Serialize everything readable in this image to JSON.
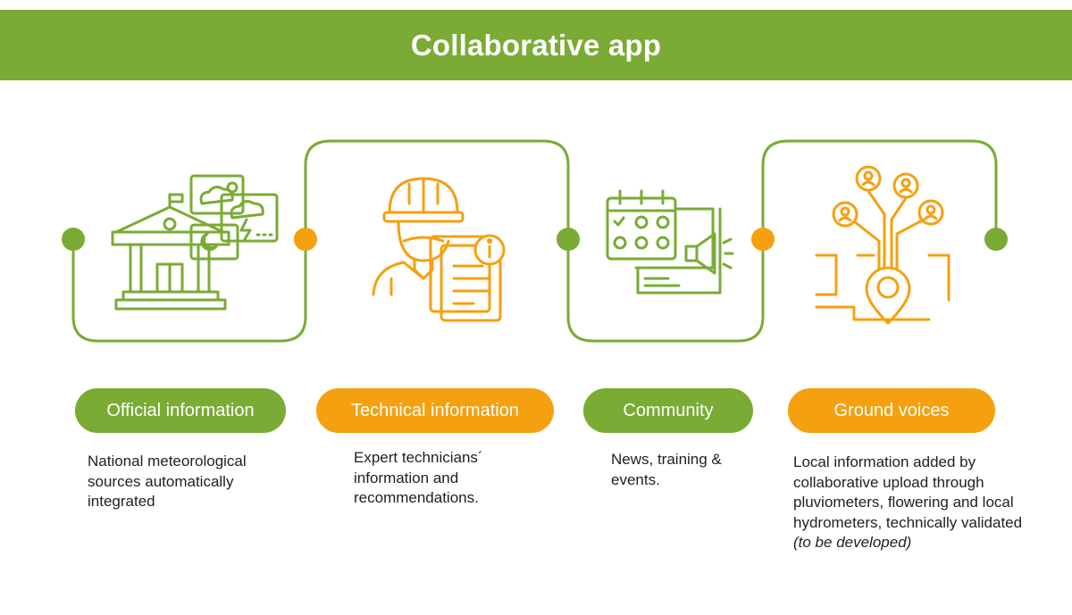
{
  "title": "Collaborative app",
  "colors": {
    "green": "#7aab34",
    "orange": "#f5a00f",
    "text": "#1f1f1f"
  },
  "steps": [
    {
      "label": "Official information",
      "color": "green",
      "icon": "government-building-weather-icon",
      "description": "National meteorological sources automatically integrated",
      "note": ""
    },
    {
      "label": "Technical information",
      "color": "orange",
      "icon": "engineer-document-info-icon",
      "description": "Expert technicians´ information and recommendations.",
      "note": ""
    },
    {
      "label": "Community",
      "color": "green",
      "icon": "calendar-newspaper-megaphone-icon",
      "description": "News, training & events.",
      "note": ""
    },
    {
      "label": "Ground voices",
      "color": "orange",
      "icon": "map-pin-people-network-icon",
      "description": "Local information added by collaborative upload through pluviometers, flowering and local hydrometers, technically validated",
      "note": "(to be developed)"
    }
  ]
}
